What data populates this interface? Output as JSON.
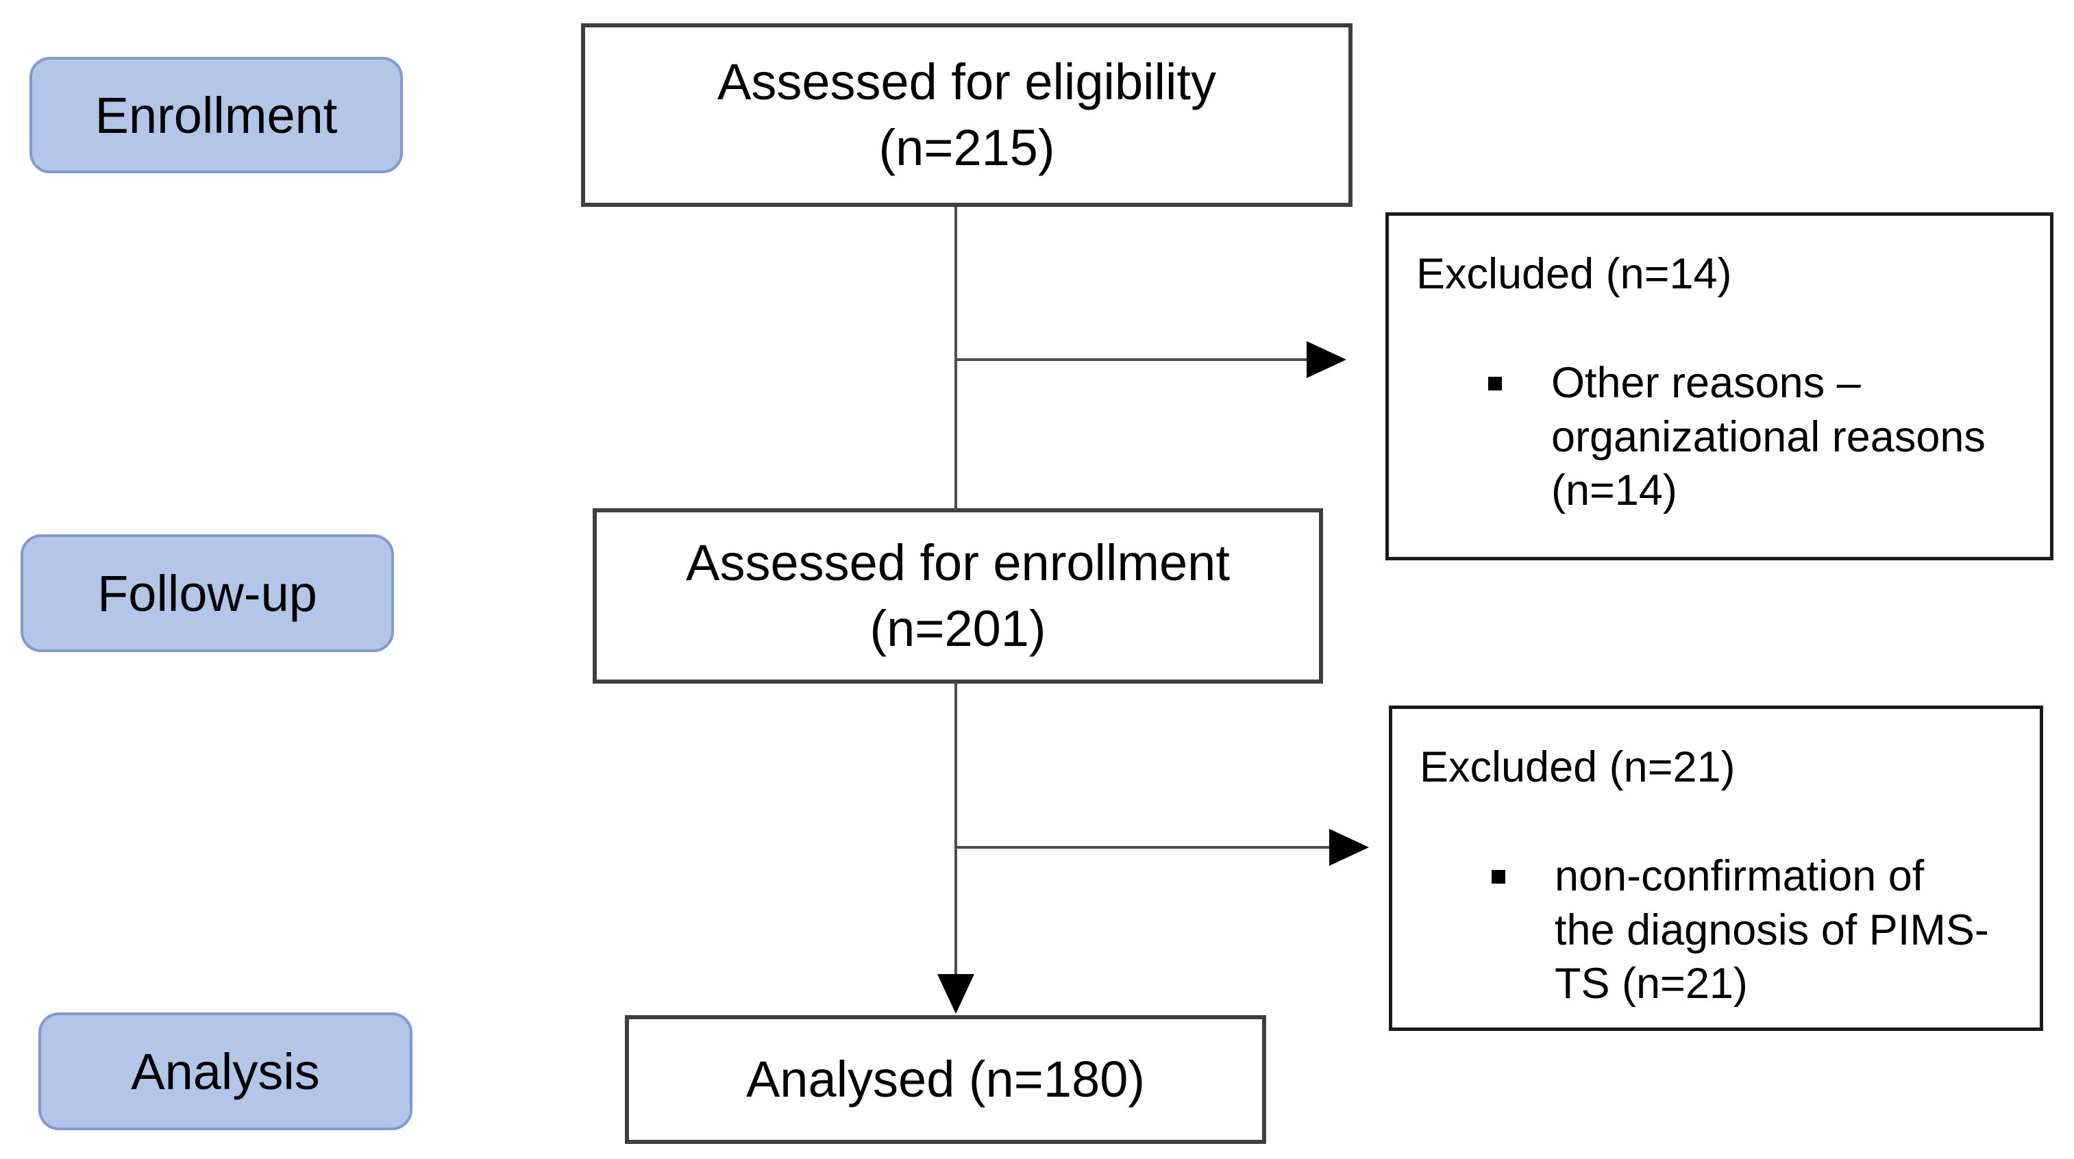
{
  "stages": [
    {
      "label": "Enrollment"
    },
    {
      "label": "Follow-up"
    },
    {
      "label": "Analysis"
    }
  ],
  "flow_boxes": [
    {
      "lines": [
        "Assessed for eligibility",
        "(n=215)"
      ]
    },
    {
      "lines": [
        "Assessed for enrollment",
        "(n=201)"
      ]
    },
    {
      "lines": [
        "Analysed (n=180)"
      ]
    }
  ],
  "exclusion_boxes": [
    {
      "title": "Excluded (n=14)",
      "bullet_lines": [
        "Other reasons –",
        "organizational reasons",
        "(n=14)"
      ]
    },
    {
      "title": "Excluded (n=21)",
      "bullet_lines": [
        "non-confirmation of",
        "the diagnosis of PIMS-",
        "TS (n=21)"
      ]
    }
  ],
  "colors": {
    "background": "#ffffff",
    "text": "#000000",
    "stage_fill": "#b4c6e7",
    "stage_border": "#7f9ad1",
    "box_border": "#3f3f3f",
    "exclusion_border": "#1a1a1a",
    "connector": "#4d4d4d",
    "arrowhead": "#000000"
  }
}
